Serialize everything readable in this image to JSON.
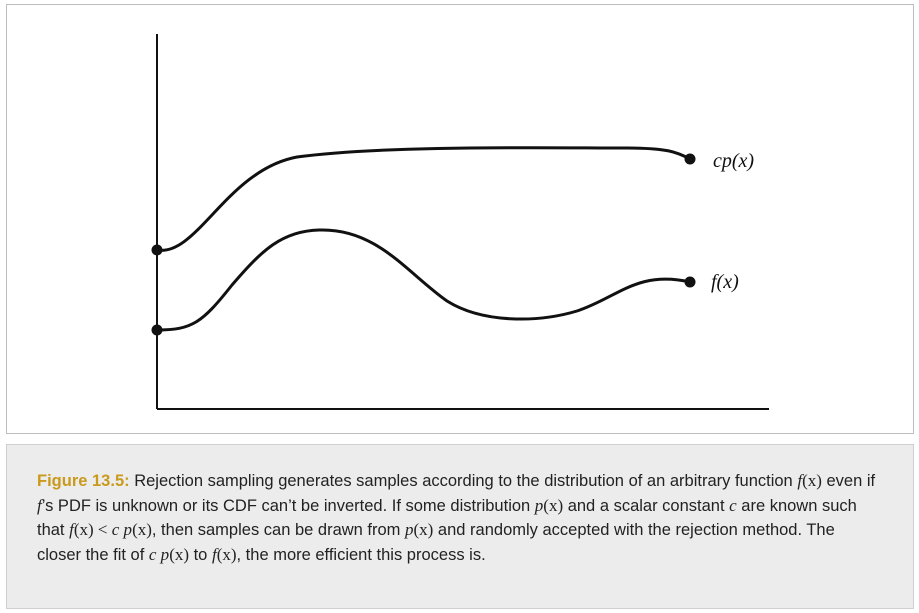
{
  "figure": {
    "labels": {
      "upper_curve": "cp(x)",
      "lower_curve": "f(x)"
    },
    "colors": {
      "curve": "#111111",
      "caption_label": "#c99a1c"
    }
  },
  "caption": {
    "label": "Figure 13.5:",
    "parts": [
      " Rejection sampling generates samples according to the distribution of an arbitrary function ",
      "f",
      "(x)",
      " even if ",
      "f",
      "’s PDF is unknown or its CDF can’t be inverted. If some distribution ",
      "p",
      "(x)",
      " and a scalar constant ",
      "c",
      " are known such that ",
      "f",
      "(x) < ",
      "c p",
      "(x)",
      ", then samples can be drawn from ",
      "p",
      "(x)",
      " and randomly accepted with the rejection method. The closer the fit of ",
      "c p",
      "(x)",
      " to ",
      "f",
      "(x)",
      ", the more efficient this process is."
    ]
  }
}
